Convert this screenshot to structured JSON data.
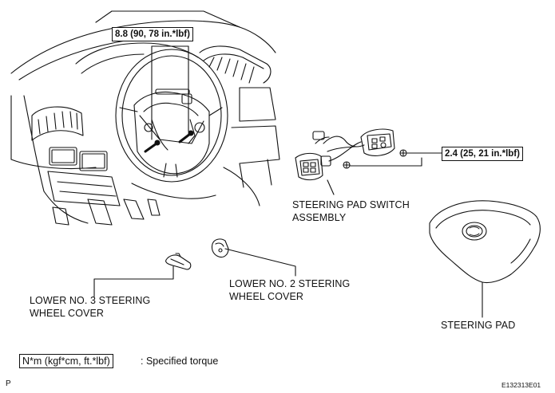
{
  "torque_callouts": {
    "steering_wheel": "8.8 (90, 78 in.*lbf)",
    "pad_switch": "2.4 (25, 21 in.*lbf)"
  },
  "labels": {
    "pad_switch_assembly": "STEERING PAD SWITCH\nASSEMBLY",
    "steering_pad": "STEERING PAD",
    "lower_no3_cover": "LOWER NO. 3 STEERING\nWHEEL COVER",
    "lower_no2_cover": "LOWER NO. 2 STEERING\nWHEEL COVER"
  },
  "legend": {
    "unit": "N*m (kgf*cm, ft.*lbf)",
    "description": ": Specified torque"
  },
  "figure_id": "E132313E01",
  "corner_mark": "P"
}
